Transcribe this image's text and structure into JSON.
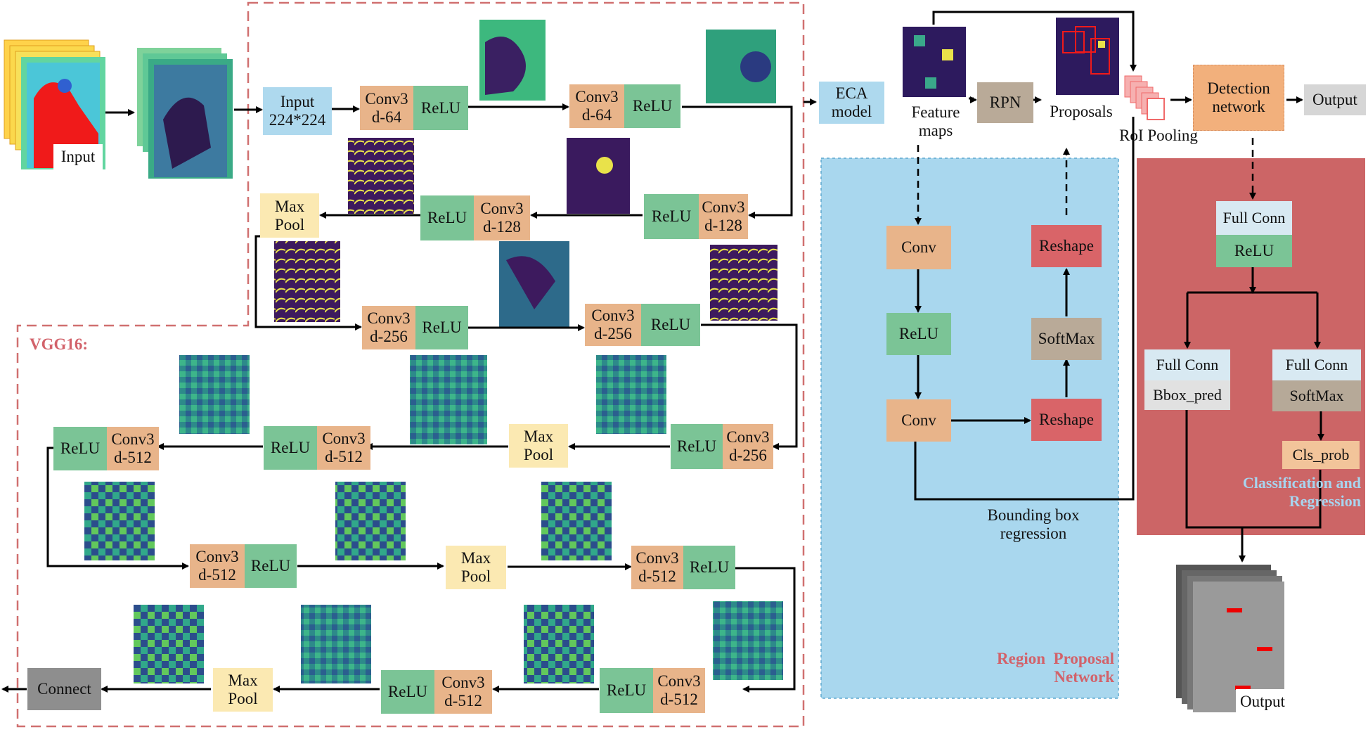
{
  "input_label": "Input",
  "vgg16_label": "VGG16:",
  "stage1": {
    "input_box": "Input\n224*224",
    "conv64a": "Conv3\nd-64",
    "relu64a": "ReLU",
    "conv64b": "Conv3\nd-64",
    "relu64b": "ReLU"
  },
  "stage2": {
    "conv128a": "Conv3\nd-128",
    "relu128a": "ReLU",
    "conv128b": "Conv3\nd-128",
    "relu128b": "ReLU",
    "maxpool": "Max\nPool"
  },
  "stage3": {
    "conv256a": "Conv3\nd-256",
    "relu256a": "ReLU",
    "conv256b": "Conv3\nd-256",
    "relu256b": "ReLU",
    "conv256c": "Conv3\nd-256",
    "relu256c": "ReLU",
    "maxpool": "Max\nPool"
  },
  "stage4": {
    "conv512a": "Conv3\nd-512",
    "relu512a": "ReLU",
    "conv512b": "Conv3\nd-512",
    "relu512b": "ReLU",
    "conv512c": "Conv3\nd-512",
    "relu512c": "ReLU",
    "conv512d": "Conv3\nd-512",
    "relu512d": "ReLU",
    "maxpool": "Max\nPool"
  },
  "stage5": {
    "conv512e": "Conv3\nd-512",
    "relu512e": "ReLU",
    "conv512f": "Conv3\nd-512",
    "relu512f": "ReLU",
    "maxpool": "Max\nPool",
    "connect": "Connect"
  },
  "rpn": {
    "eca_model": "ECA\nmodel",
    "feature_maps": "Feature\nmaps",
    "rpn": "RPN",
    "proposals": "Proposals",
    "roi_pooling": "RoI Pooling",
    "conv1": "Conv",
    "relu": "ReLU",
    "conv2": "Conv",
    "reshape1": "Reshape",
    "softmax": "SoftMax",
    "reshape2": "Reshape",
    "bbox_regression": "Bounding box\nregression",
    "region_proposal_network": "Region  Proposal\nNetwork"
  },
  "head": {
    "detection_network": "Detection\nnetwork",
    "output": "Output",
    "full_conn1": "Full Conn",
    "relu": "ReLU",
    "full_conn2": "Full Conn",
    "bbox_pred": "Bbox_pred",
    "full_conn3": "Full Conn",
    "softmax": "SoftMax",
    "cls_prob": "Cls_prob",
    "classification_regression": "Classification and\nRegression",
    "output_image_label": "Output"
  },
  "colors": {
    "conv": "#e8b48a",
    "relu": "#7bc496",
    "pool": "#fbe9b2",
    "dashed_border": "#d07070",
    "rpn_panel": "#a9d7ee",
    "head_panel": "#cc6566"
  }
}
